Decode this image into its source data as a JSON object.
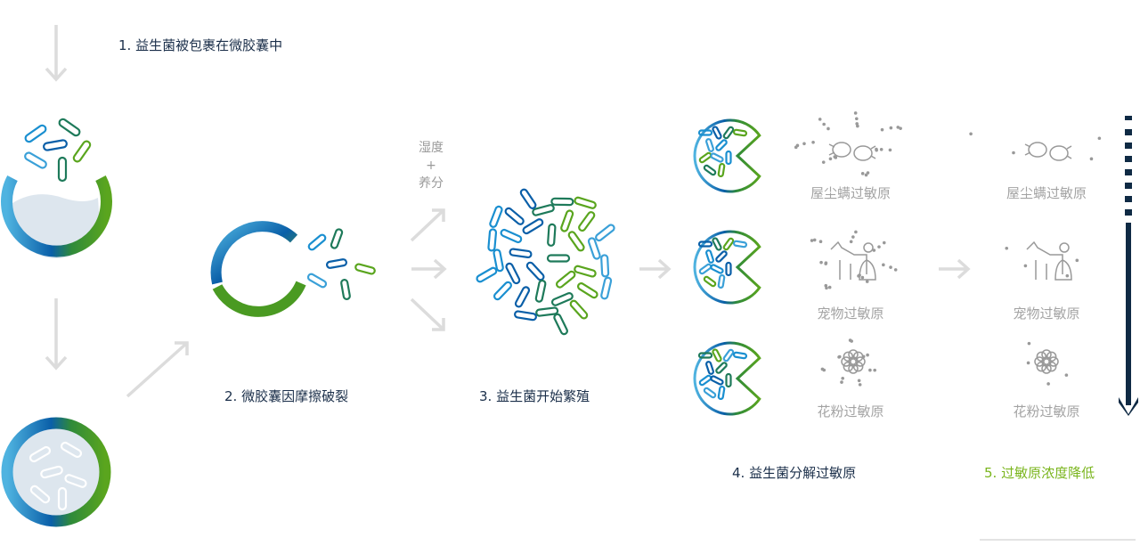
{
  "steps": {
    "s1": "1. 益生菌被包裹在微胶囊中",
    "s2": "2. 微胶囊因摩擦破裂",
    "s3": "3. 益生菌开始繁殖",
    "s4": "4. 益生菌分解过敏原",
    "s5": "5. 过敏原浓度降低"
  },
  "conditions": {
    "line1": "湿度",
    "plus": "+",
    "line2": "养分"
  },
  "allergens": {
    "before": [
      "屋尘螨过敏原",
      "宠物过敏原",
      "花粉过敏原"
    ],
    "after": [
      "屋尘螨过敏原",
      "宠物过敏原",
      "花粉过敏原"
    ]
  },
  "colors": {
    "navy": "#1b2f4a",
    "blue": "#0a6fb5",
    "green": "#5aa51e",
    "accent": "#7ab51d",
    "gray": "#a3a3a3",
    "arrow": "#dcdcdc"
  }
}
